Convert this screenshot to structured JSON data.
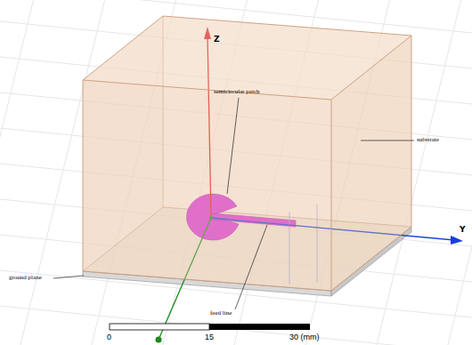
{
  "diagram": {
    "labels": [
      "semicircular patch",
      "substrate",
      "feed line",
      "ground plane",
      "Z",
      "Y",
      "0",
      "15",
      "30 (mm)"
    ]
  }
}
